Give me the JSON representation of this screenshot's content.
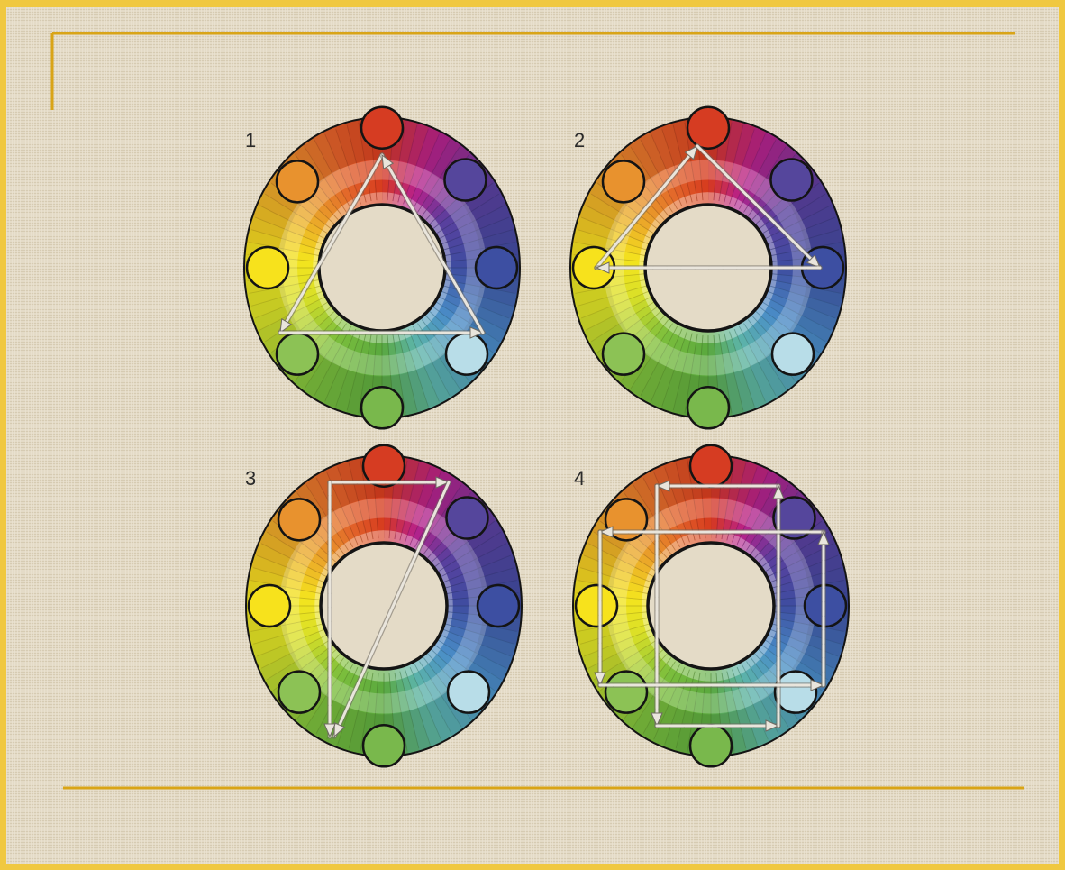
{
  "colors": {
    "frame_gold": "#f2c94a",
    "linen": "#e4dbc7",
    "rule_gold": "#d9a416",
    "outline": "#141414",
    "arrow": "#e9e5dc",
    "swatches": {
      "red": "#d63c22",
      "violet": "#55469c",
      "blue": "#3d4fa2",
      "light_blue": "#b8dde8",
      "green": "#79b84c",
      "yellow_green": "#8cc255",
      "yellow": "#f7e21c",
      "orange": "#e8922e"
    }
  },
  "wheels": [
    {
      "label": "1",
      "scheme": "triad"
    },
    {
      "label": "2",
      "scheme": "triad"
    },
    {
      "label": "3",
      "scheme": "split"
    },
    {
      "label": "4",
      "scheme": "tetrad"
    }
  ]
}
